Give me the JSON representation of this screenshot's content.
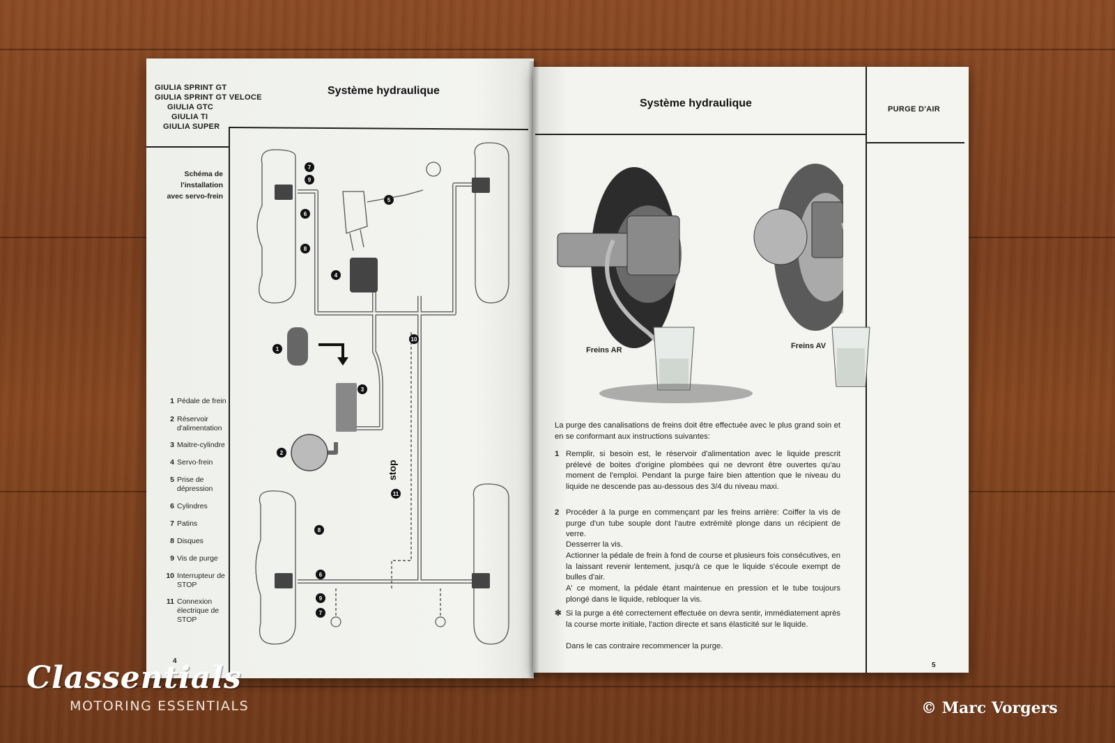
{
  "left_page": {
    "models": [
      "GIULIA SPRINT GT",
      "GIULIA SPRINT GT VELOCE",
      "GIULIA GTC",
      "GIULIA TI",
      "GIULIA SUPER"
    ],
    "title": "Système hydraulique",
    "diagram_heading": [
      "Schéma de",
      "l'installation",
      "avec servo-frein"
    ],
    "diagram_label_stop": "stop",
    "legend": [
      {
        "num": "1",
        "label": "Pédale de frein"
      },
      {
        "num": "2",
        "label": "Réservoir d'alimentation"
      },
      {
        "num": "3",
        "label": "Maitre-cylindre"
      },
      {
        "num": "4",
        "label": "Servo-frein"
      },
      {
        "num": "5",
        "label": "Prise de dépression"
      },
      {
        "num": "6",
        "label": "Cylindres"
      },
      {
        "num": "7",
        "label": "Patins"
      },
      {
        "num": "8",
        "label": "Disques"
      },
      {
        "num": "9",
        "label": "Vis de purge"
      },
      {
        "num": "10",
        "label": "Interrupteur de STOP"
      },
      {
        "num": "11",
        "label": "Connexion électrique de STOP"
      }
    ],
    "page_number": "4"
  },
  "right_page": {
    "title": "Système hydraulique",
    "section": "PURGE D'AIR",
    "captions": {
      "rear": "Freins AR",
      "front": "Freins AV"
    },
    "intro": "La purge des canalisations de freins doit être effectuée avec le plus grand soin et en se conformant aux instructions suivantes:",
    "steps": [
      {
        "num": "1",
        "text": "Remplir, si besoin est, le réservoir d'alimentation avec le liquide prescrit prélevé de boites d'origine plombées qui ne devront être ouvertes qu'au moment de l'emploi. Pendant la purge faire bien attention que le niveau du liquide ne descende pas au-dessous des 3/4 du niveau maxi."
      },
      {
        "num": "2",
        "text": "Procéder à la purge en commençant par les freins arrière: Coiffer la vis de purge d'un tube souple dont l'autre extrémité plonge dans un récipient de verre."
      }
    ],
    "step2_lines": [
      "Desserrer la vis.",
      "Actionner la pédale de frein à fond de course et plusieurs fois consécutives, en la laissant revenir lentement, jusqu'à ce que le liquide s'écoule exempt de bulles d'air.",
      "A' ce moment, la pédale étant maintenue en pression et le tube toujours plongé dans le liquide, rebloquer la vis."
    ],
    "note_marker": "✻",
    "note": "Si la purge a été correctement effectuée on devra sentir, immédiatement après la course morte initiale, l'action directe et sans élasticité sur le liquide.",
    "note_last": "Dans le cas contraire recommencer la purge.",
    "page_number": "5"
  },
  "watermark": {
    "brand": "Classentials",
    "tagline": "MOTORING ESSENTIALS",
    "copyright": "© Marc Vorgers"
  }
}
